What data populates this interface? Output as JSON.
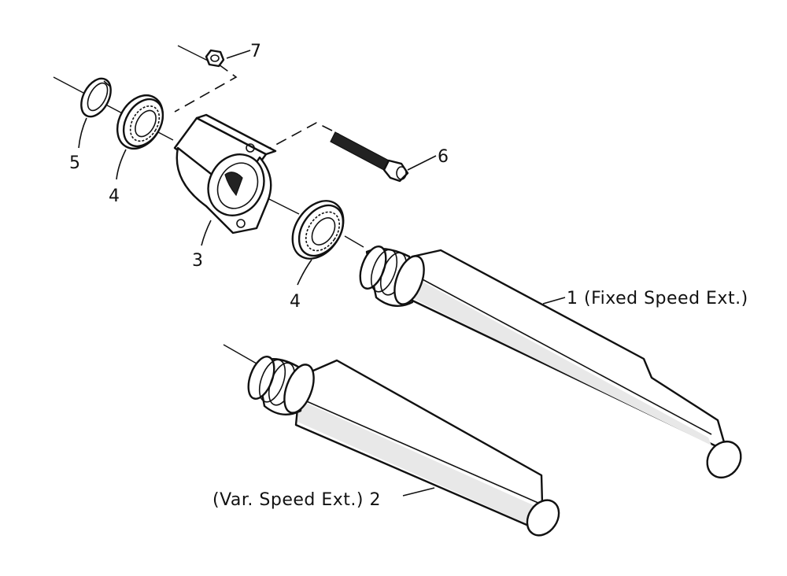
{
  "labels": {
    "p1": "1 (Fixed Speed Ext.)",
    "p2": "(Var. Speed Ext.) 2",
    "p3": "3",
    "p4a": "4",
    "p4b": "4",
    "p5": "5",
    "p6": "6",
    "p7": "7"
  }
}
